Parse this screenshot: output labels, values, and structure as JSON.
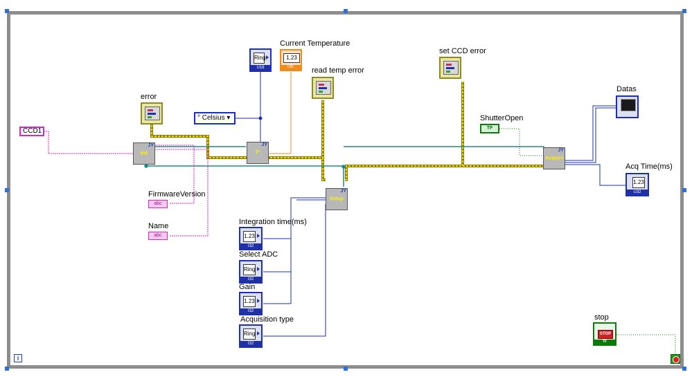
{
  "controls": {
    "ccd1": "CCD1",
    "celsius": "° Celsius ▾",
    "ring_text": "Ring",
    "num_text": "1.23",
    "str_text": "abc",
    "tf_text": "TF",
    "stop_text": "STOP"
  },
  "labels": {
    "current_temperature": "Current Temperature",
    "read_temp_error": "read temp error",
    "set_ccd_error": "set CCD error",
    "error": "error",
    "firmware_version": "FirmwareVersion",
    "name": "Name",
    "integration_time": "Integration time(ms)",
    "select_adc": "Select ADC",
    "gain": "Gain",
    "acquisition_type": "Acquisition type",
    "shutter_open": "ShutterOpen",
    "datas": "Datas",
    "acq_time": "Acq Time(ms)",
    "stop": "stop"
  },
  "subvis": {
    "init": "Init",
    "temp": "T°",
    "setup": "Setup",
    "acquire": "Acquire",
    "jy": "JY"
  },
  "footer": {
    "info": "i"
  },
  "colors": {
    "frame": "#8d8d8d",
    "cluster_wire": "#8a7a00",
    "numeric_wire": "#f08c1e",
    "string_wire": "#e020c8",
    "refnum_wire": "#1a8a8a",
    "blue_wire": "#1a2fb5",
    "bool_wire": "#0a7a0a"
  }
}
